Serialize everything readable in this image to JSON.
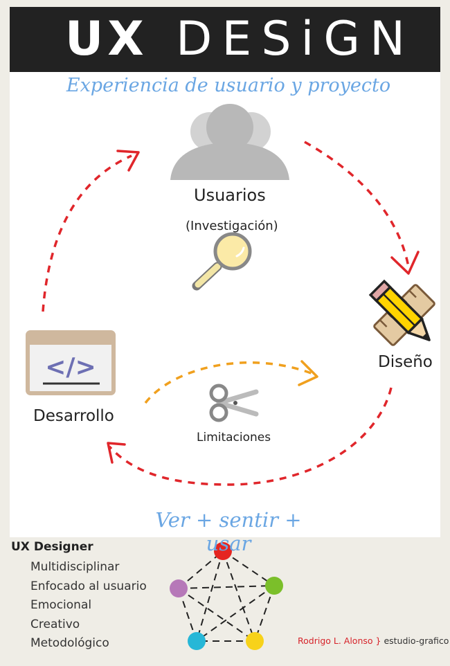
{
  "header": {
    "title_ux": "UX",
    "title_design": "DESiGN"
  },
  "subtitle": "Experiencia de usuario y proyecto",
  "cycle": {
    "users_label": "Usuarios",
    "research_label": "(Investigación)",
    "design_label": "Diseño",
    "dev_label": "Desarrollo",
    "limits_label": "Limitaciones",
    "dev_code": "</>"
  },
  "motto": "Ver + sentir + usar",
  "designer": {
    "title": "UX Designer",
    "traits": [
      "Multidisciplinar",
      "Enfocado al usuario",
      "Emocional",
      "Creativo",
      "Metodológico"
    ]
  },
  "credit": {
    "name": "Rodrigo L. Alonso",
    "separator": " } ",
    "studio": "estudio-grafico"
  },
  "colors": {
    "arrow_red": "#e0262b",
    "arrow_orange": "#f0a01e",
    "script_blue": "#6aa6e3",
    "node_red": "#e52521",
    "node_green": "#7bbf2a",
    "node_yellow": "#f7d21a",
    "node_cyan": "#27b7d7",
    "node_purple": "#b678b8"
  },
  "icons": [
    "users-icon",
    "magnifier-icon",
    "pencil-ruler-icon",
    "code-window-icon",
    "scissors-icon"
  ]
}
